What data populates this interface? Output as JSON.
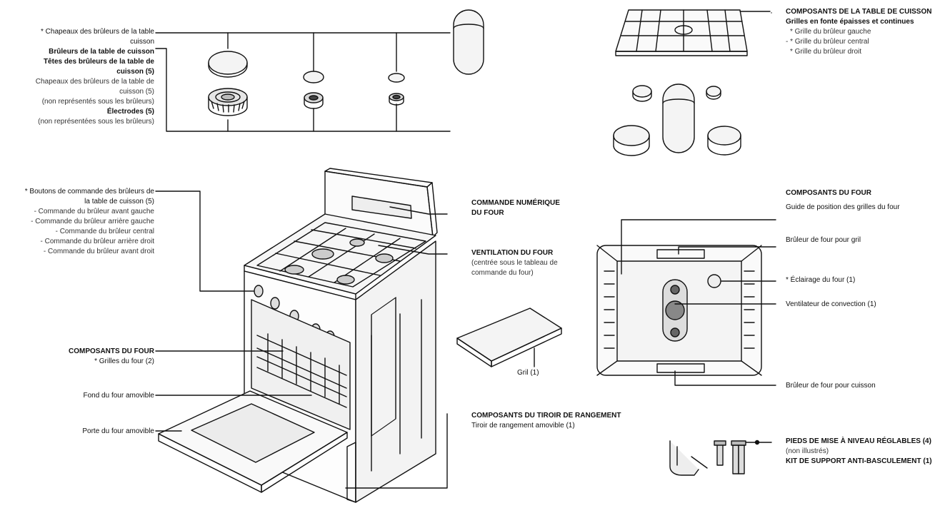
{
  "diagram": {
    "burners": {
      "caps_title": "* Chapeaux des brûleurs de la table",
      "caps_title_2": "cuisson",
      "burners_title": "Brûleurs de la table de cuisson",
      "heads_title": "Têtes des brûleurs de la table de",
      "heads_title_2": "cuisson (5)",
      "caps_sub": "Chapeaux des brûleurs de la table de",
      "caps_sub_2": "cuisson (5)",
      "caps_note": "(non représentés sous les brûleurs)",
      "electrodes": "Électrodes (5)",
      "electrodes_note": "(non représentées sous les brûleurs)"
    },
    "cooktop": {
      "title": "COMPOSANTS DE LA TABLE DE CUISSON",
      "grates": "Grilles en fonte épaisses et continues",
      "left": "* Grille du brûleur gauche",
      "center": "- * Grille du brûleur central",
      "right": "* Grille du brûleur droit"
    },
    "knobs": {
      "title": "* Boutons de commande des brûleurs de",
      "title_2": "la table de cuisson (5)",
      "front_left": "- Commande du brûleur avant gauche",
      "rear_left": "- Commande du brûleur arrière gauche",
      "center": "- Commande du brûleur central",
      "rear_right": "- Commande du brûleur arrière droit",
      "front_right": "- Commande du brûleur avant droit"
    },
    "digital": {
      "line1": "COMMANDE NUMÉRIQUE",
      "line2": "DU FOUR"
    },
    "vent": {
      "title": "VENTILATION DU FOUR",
      "note1": "(centrée sous le tableau de",
      "note2": "commande du four)"
    },
    "oven_left": {
      "title": "COMPOSANTS DU FOUR",
      "racks": "* Grilles du four (2)"
    },
    "floor": "Fond du four amovible",
    "door": "Porte du four amovible",
    "broil_pan": "Gril (1)",
    "drawer": {
      "title": "COMPOSANTS DU TIROIR DE RANGEMENT",
      "item": "Tiroir de rangement amovible (1)"
    },
    "oven_right": {
      "title": "COMPOSANTS DU FOUR",
      "rack_guide": "Guide de position des grilles du four",
      "broil_burner": "Brûleur de four pour gril",
      "light": "* Éclairage du four (1)",
      "fan": "Ventilateur de convection (1)",
      "bake_burner": "Brûleur de four pour cuisson"
    },
    "legs": {
      "title": "PIEDS DE MISE À NIVEAU RÉGLABLES (4)",
      "note": "(non illustrés)",
      "kit": "KIT DE SUPPORT ANTI-BASCULEMENT (1)"
    }
  }
}
